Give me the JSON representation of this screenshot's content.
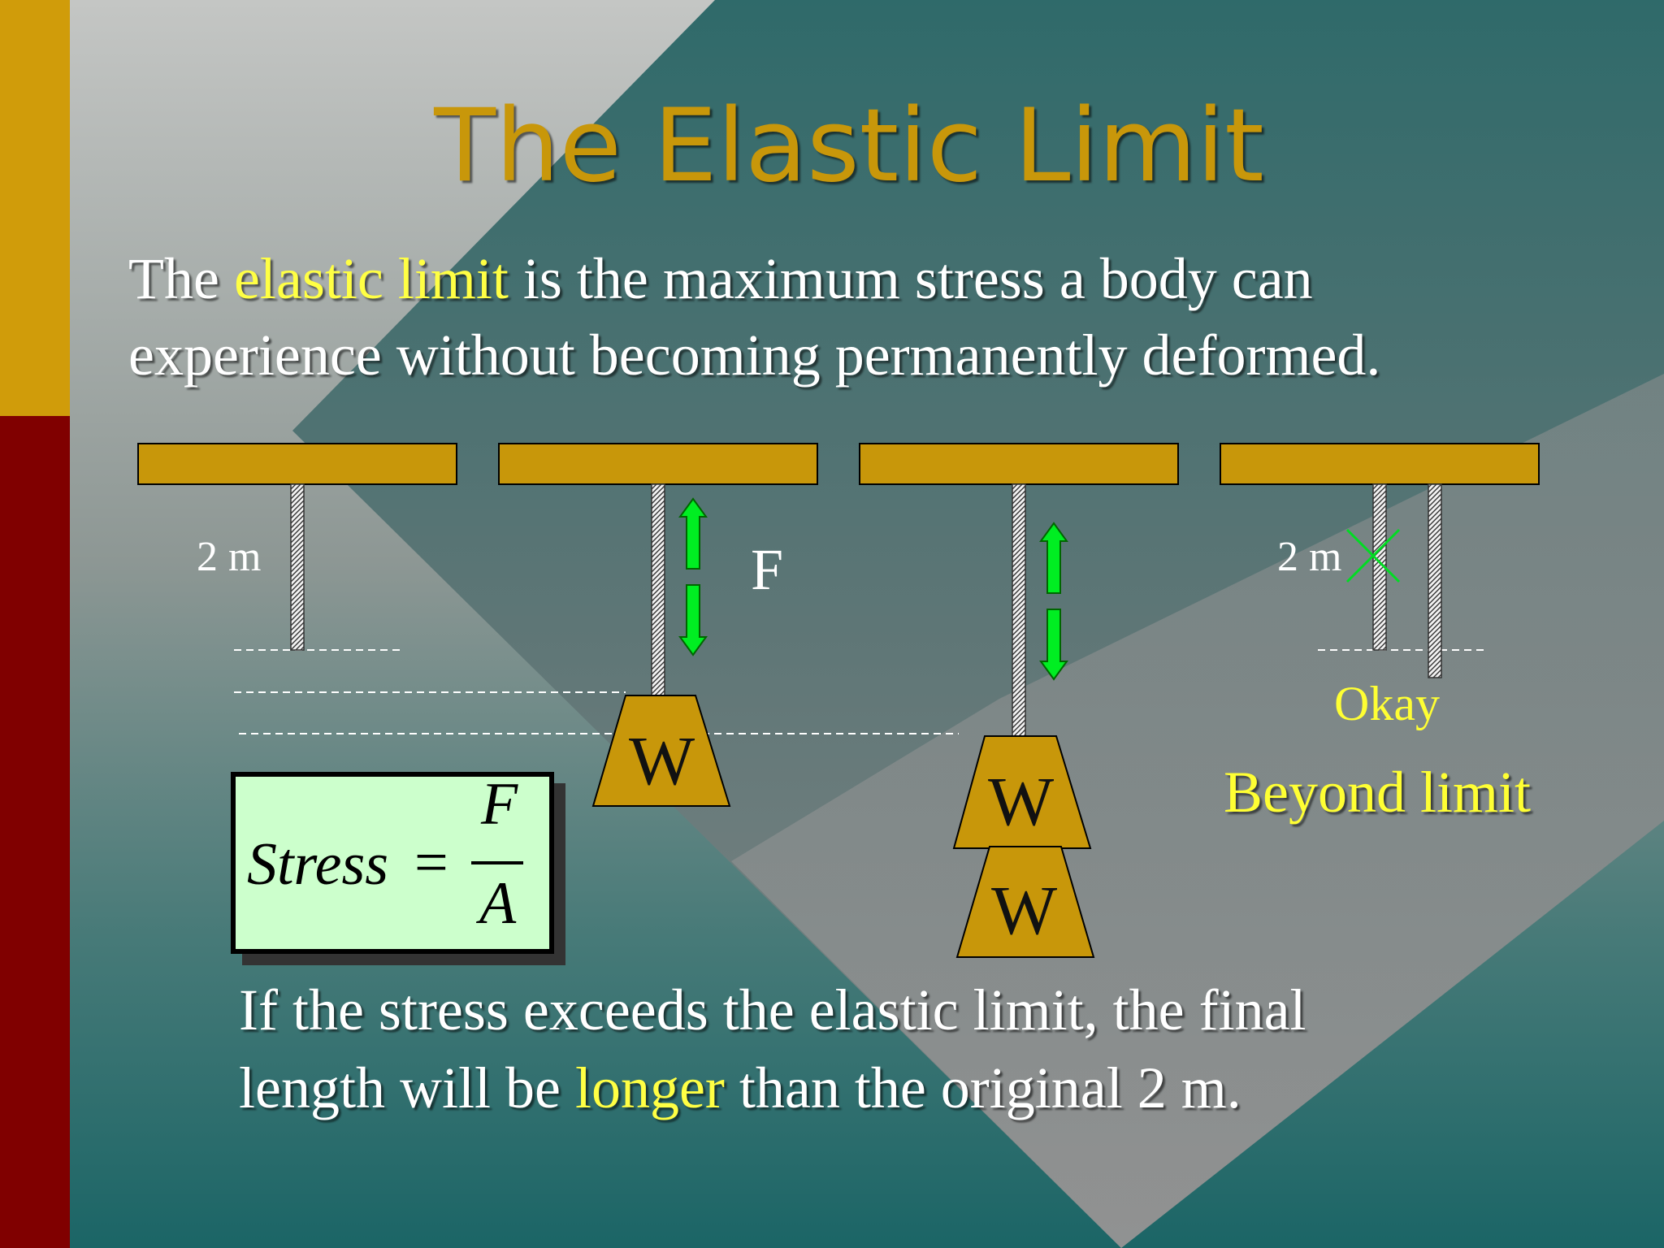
{
  "slide": {
    "title": "The Elastic Limit",
    "definition": {
      "line1_prefix": "The ",
      "line1_highlight": "elastic limit",
      "line1_suffix": " is the maximum stress a body can",
      "line2": "experience without becoming permanently deformed."
    },
    "diagram": {
      "length_label_left": "2 m",
      "force_label": "F",
      "weight_label": "W",
      "length_label_right": "2 m",
      "okay_label": "Okay",
      "beyond_label": "Beyond limit"
    },
    "formula": {
      "lhs": "Stress",
      "equals": "=",
      "numerator": "F",
      "denominator": "A"
    },
    "conclusion": {
      "line1": "If the stress exceeds the elastic limit, the final",
      "line2_prefix": "length will be ",
      "line2_highlight": "longer",
      "line2_suffix": " than the original 2 m."
    }
  },
  "colors": {
    "accent_gold": "#c8970a",
    "highlight_yellow": "#ffff44",
    "left_bar_gold": "#d09c0a",
    "left_bar_red": "#800000",
    "arrow_green": "#00ee22",
    "formula_bg": "#ccffcc"
  },
  "icons": [
    "green-double-arrow-icon",
    "green-x-mark-icon",
    "weight-block-icon"
  ]
}
